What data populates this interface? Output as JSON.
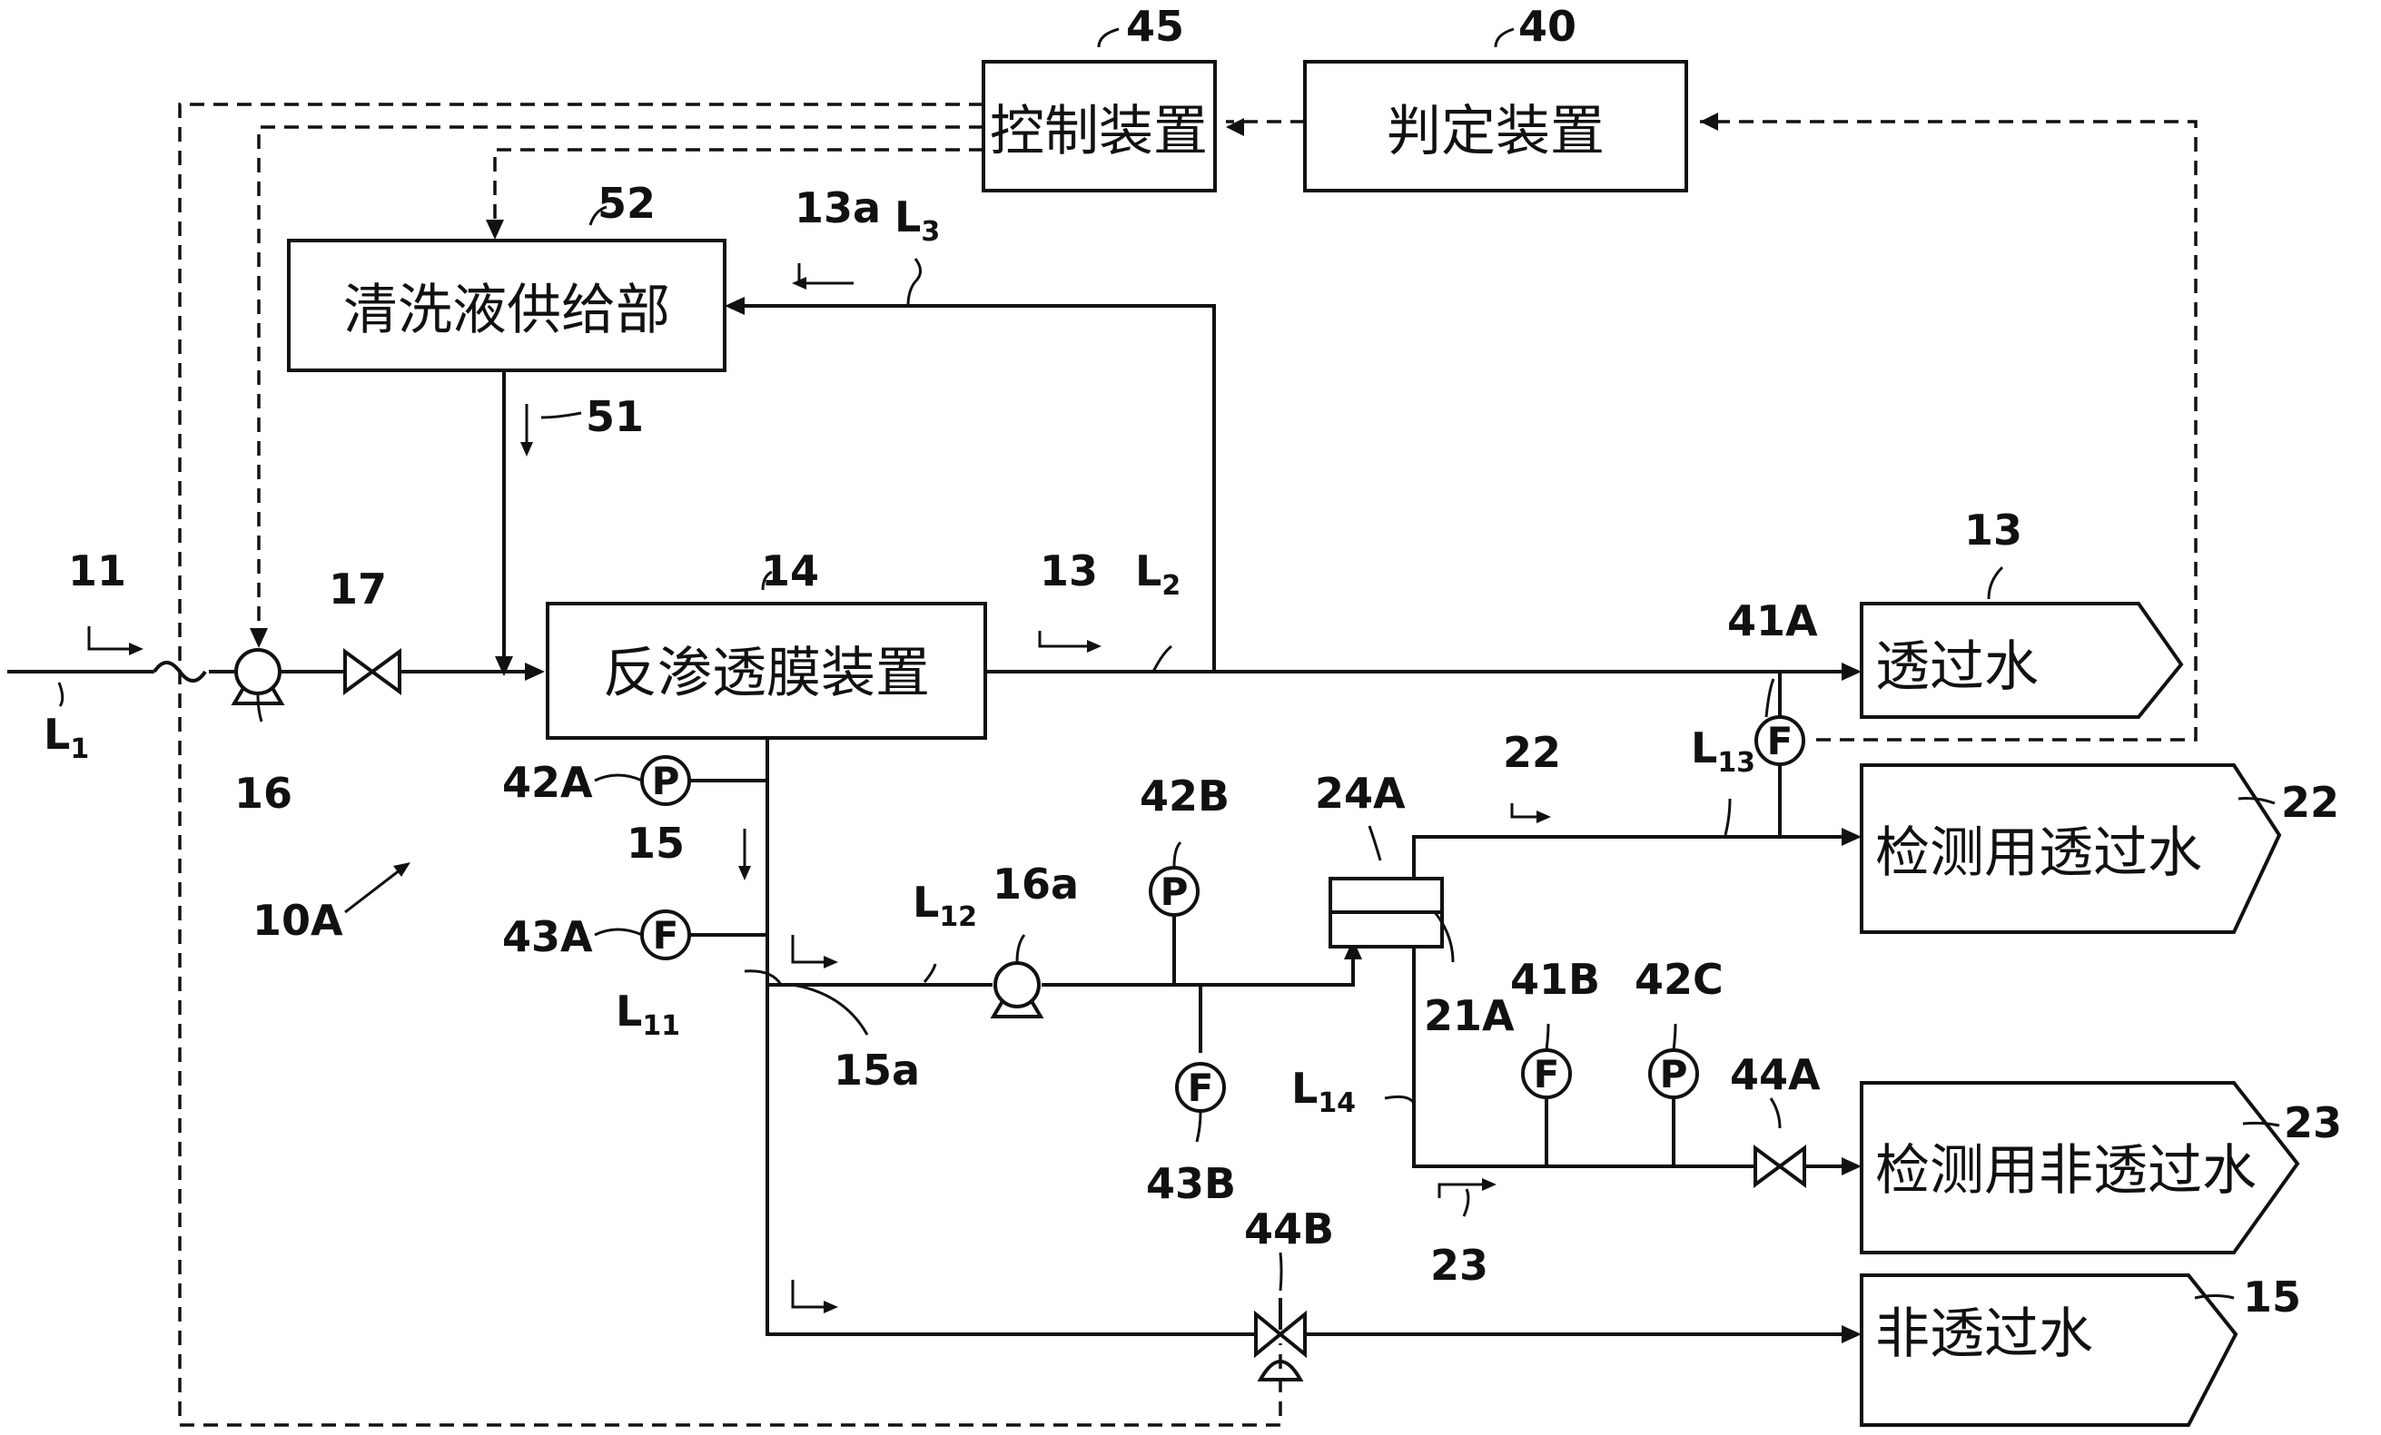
{
  "boxes": {
    "judge": "判定装置",
    "control": "控制装置",
    "cleaning": "清洗液供给部",
    "ro": "反渗透膜装置"
  },
  "outputs": {
    "permeate": "透过水",
    "det_permeate": "检测用透过水",
    "det_nonpermeate": "检测用非透过水",
    "nonpermeate": "非透过水"
  },
  "refs": {
    "r45": "45",
    "r40": "40",
    "r52": "52",
    "r13a": "13a",
    "r51": "51",
    "r11": "11",
    "r17": "17",
    "r16": "16",
    "r14": "14",
    "r13_flow": "13",
    "r13_out": "13",
    "r41A": "41A",
    "r42A": "42A",
    "r15": "15",
    "r10A": "10A",
    "r43A": "43A",
    "r15a": "15a",
    "r16a": "16a",
    "r42B": "42B",
    "r24A": "24A",
    "r22_flow": "22",
    "r22_out": "22",
    "r43B": "43B",
    "r21A": "21A",
    "r41B": "41B",
    "r42C": "42C",
    "r44A": "44A",
    "r23_out": "23",
    "r23_flow": "23",
    "r44B": "44B",
    "r15_out": "15"
  },
  "lines": {
    "L1": {
      "main": "L",
      "sub": "1"
    },
    "L2": {
      "main": "L",
      "sub": "2"
    },
    "L3": {
      "main": "L",
      "sub": "3"
    },
    "L11": {
      "main": "L",
      "sub": "11"
    },
    "L12": {
      "main": "L",
      "sub": "12"
    },
    "L13": {
      "main": "L",
      "sub": "13"
    },
    "L14": {
      "main": "L",
      "sub": "14"
    }
  },
  "instruments": {
    "flow": "F",
    "pressure": "P"
  }
}
